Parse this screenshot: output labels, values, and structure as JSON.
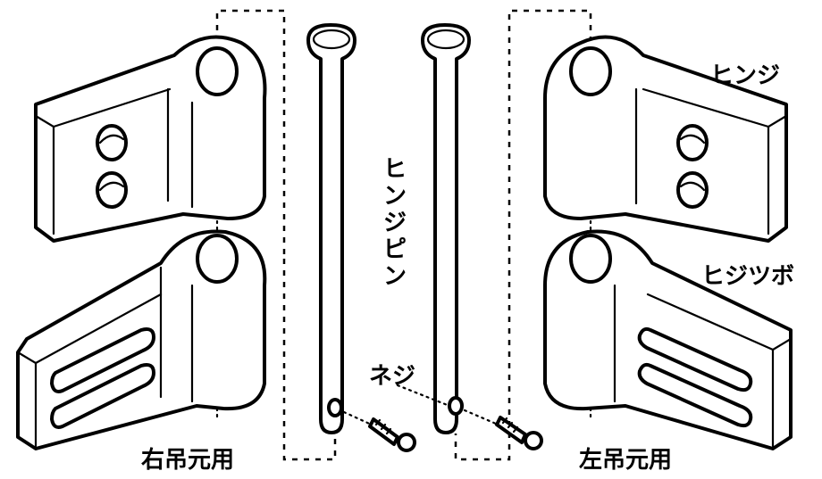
{
  "labels": {
    "hinge": "ヒンジ",
    "hinge_pin": "ヒンジピン",
    "hinge_socket": "ヒジツボ",
    "screw": "ネジ",
    "right_hung": "右吊元用",
    "left_hung": "左吊元用"
  }
}
